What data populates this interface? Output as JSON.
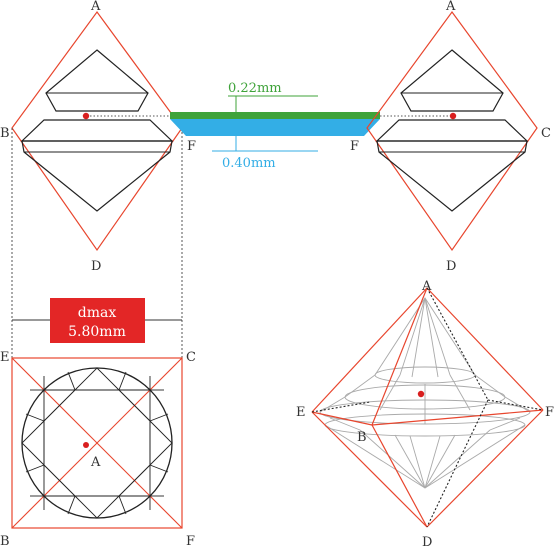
{
  "labels": {
    "left_top": "A",
    "left_b": "B",
    "left_f": "F",
    "left_bottom": "D",
    "right_top": "A",
    "right_f": "F",
    "right_c": "C",
    "right_bottom": "D",
    "plan_e": "E",
    "plan_c": "C",
    "plan_center": "A",
    "plan_b": "B",
    "plan_f": "F",
    "persp_a": "A",
    "persp_e": "E",
    "persp_f": "F",
    "persp_b": "B",
    "persp_d": "D"
  },
  "measurements": {
    "thickness_top": "0.22mm",
    "thickness_bottom": "0.40mm"
  },
  "badge": {
    "line1": "dmax",
    "line2": "5.80mm"
  },
  "colors": {
    "outline": "#e8462e",
    "stone": "#222222",
    "green_layer": "#3fa33a",
    "blue_layer": "#33aee6",
    "badge": "#e32626",
    "dot": "#d91f1f",
    "wire": "#aaaaaa"
  }
}
